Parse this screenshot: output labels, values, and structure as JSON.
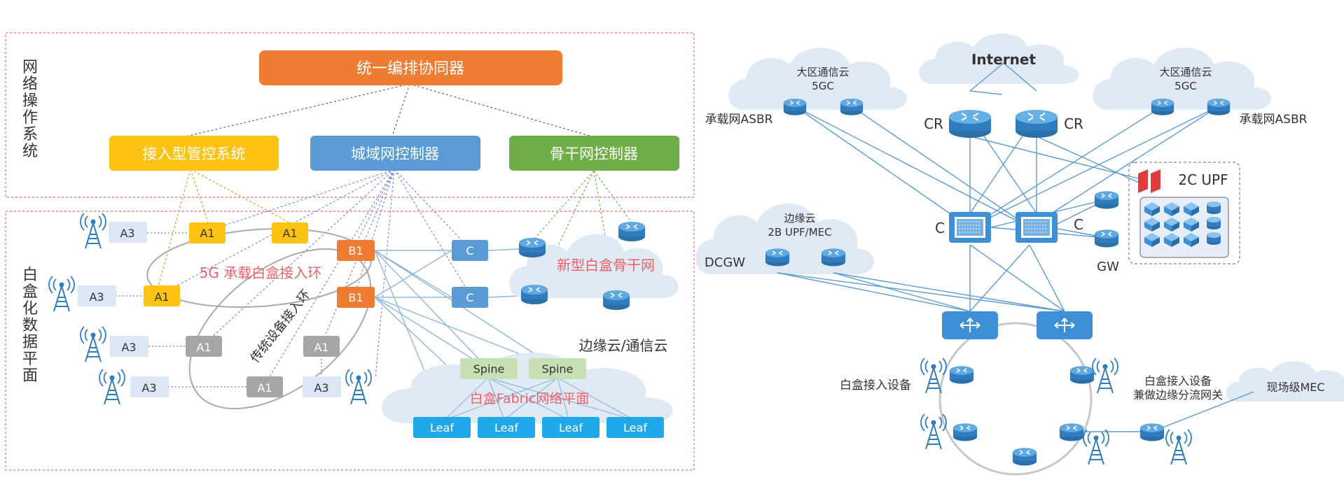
{
  "left": {
    "os_label": "网络操作系统",
    "dp_label": "白盒化数据平面",
    "orchestrator": "统一编排协同器",
    "access_mgmt": "接入型管控系统",
    "metro_ctrl": "城域网控制器",
    "backbone_ctrl": "骨干网控制器",
    "node_labels": {
      "a3": "A3",
      "a1": "A1",
      "b1": "B1",
      "c": "C",
      "spine": "Spine",
      "leaf": "Leaf"
    },
    "ring_5g": "5G 承载白盒接入环",
    "ring_traditional": "传统设备接入环",
    "backbone_net": "新型白盒骨干网",
    "edge_cloud": "边缘云/通信云",
    "fabric_plane": "白盒Fabric网络平面"
  },
  "right": {
    "internet": "Internet",
    "region_cloud_line1": "大区通信云",
    "region_cloud_line2": "5GC",
    "edge_cloud_line1": "边缘云",
    "edge_cloud_line2": "2B UPF/MEC",
    "asbr": "承载网ASBR",
    "cr": "CR",
    "c": "C",
    "upf2c": "2C UPF",
    "gw": "GW",
    "dcgw": "DCGW",
    "wb_access": "白盒接入设备",
    "wb_access2_line1": "白盒接入设备",
    "wb_access2_line2": "兼做边缘分流网关",
    "site_mec": "现场级MEC"
  },
  "colors": {
    "orchestrator": "#ee7d31",
    "access_mgmt": "#fdc212",
    "metro_ctrl": "#5b9bd5",
    "backbone_ctrl": "#6fad47",
    "red_text": "#f0606a",
    "dashed_border": "#e8676f",
    "router_blue": "#3f8fd1"
  },
  "icons": [
    "antenna-icon",
    "router-icon",
    "core-router-icon",
    "switch-icon",
    "chassis-icon",
    "firewall-icon",
    "storage-icon"
  ]
}
